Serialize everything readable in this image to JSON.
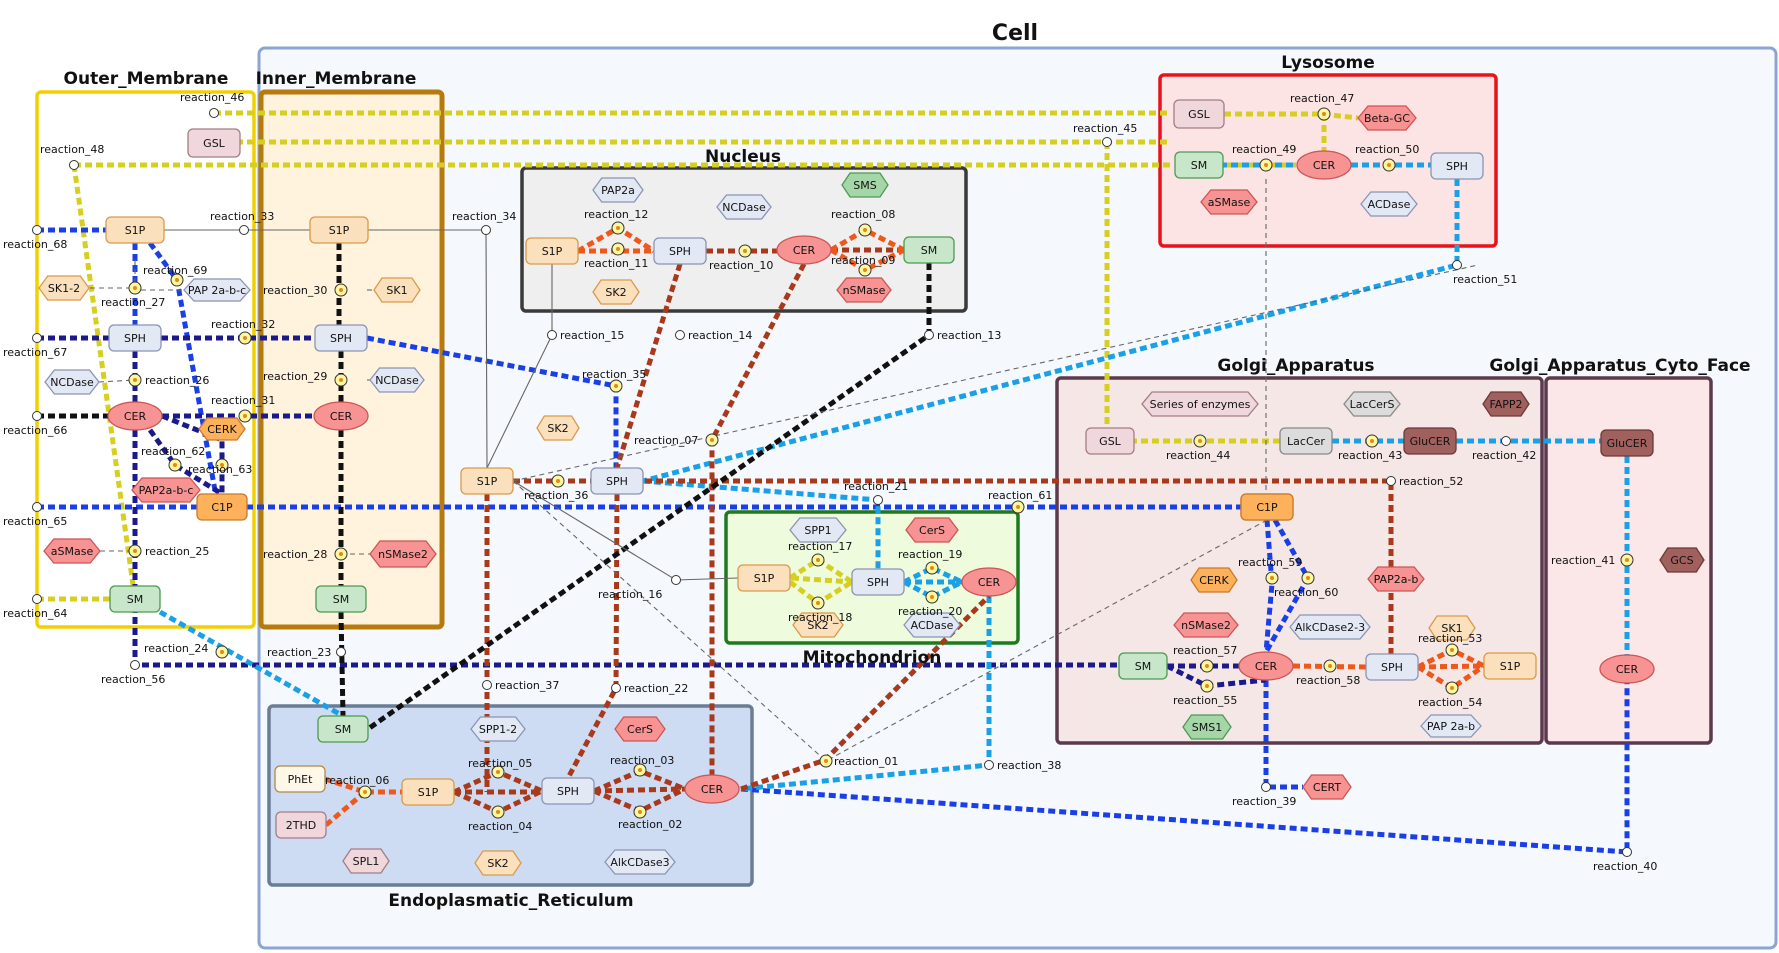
{
  "diagram": {
    "title": "Cell",
    "compartments": [
      {
        "id": "outer_membrane",
        "label": "Outer_Membrane",
        "fill": "#ffffff",
        "stroke": "#f2d000",
        "labelColor": "#111111"
      },
      {
        "id": "inner_membrane",
        "label": "Inner_Membrane",
        "fill": "#fff3de",
        "stroke": "#b77a0d",
        "labelColor": "#b77a0d"
      },
      {
        "id": "nucleus",
        "label": "Nucleus",
        "fill": "#efefef",
        "stroke": "#3a3a3a",
        "labelColor": "#111111"
      },
      {
        "id": "lysosome",
        "label": "Lysosome",
        "fill": "#fce4e4",
        "stroke": "#e8121d",
        "labelColor": "#111111"
      },
      {
        "id": "golgi",
        "label": "Golgi_Apparatus",
        "fill": "#f6e7e7",
        "stroke": "#5b3a4c",
        "labelColor": "#111111"
      },
      {
        "id": "golgi_cyto",
        "label": "Golgi_Apparatus_Cyto_Face",
        "fill": "#fbe7e7",
        "stroke": "#5b3a4c",
        "labelColor": "#111111"
      },
      {
        "id": "mitochondrion",
        "label": "Mitochondrion",
        "fill": "#eefbdd",
        "stroke": "#1f7a1f",
        "labelColor": "#111111"
      },
      {
        "id": "er",
        "label": "Endoplasmatic_Reticulum",
        "fill": "#cddcf3",
        "stroke": "#6b7c95",
        "labelColor": "#111111"
      }
    ],
    "nodes": [
      {
        "id": "om_s1p",
        "label": "S1P",
        "shape": "rect",
        "fill": "#fbe0bd",
        "stroke": "#d99a4a"
      },
      {
        "id": "om_sk12",
        "label": "SK1-2",
        "shape": "hex",
        "fill": "#fbe0bd",
        "stroke": "#d99a4a"
      },
      {
        "id": "om_pap",
        "label": "PAP 2a-b-c",
        "shape": "hex",
        "fill": "#e3e8f5",
        "stroke": "#8a94b3"
      },
      {
        "id": "om_sph",
        "label": "SPH",
        "shape": "rect",
        "fill": "#e3e8f5",
        "stroke": "#8a94b3"
      },
      {
        "id": "om_ncd",
        "label": "NCDase",
        "shape": "hex",
        "fill": "#e3e8f5",
        "stroke": "#8a94b3"
      },
      {
        "id": "om_cer",
        "label": "CER",
        "shape": "ellipse",
        "fill": "#f79393",
        "stroke": "#c55"
      },
      {
        "id": "om_cerk",
        "label": "CERK",
        "shape": "hex",
        "fill": "#fdb15b",
        "stroke": "#c97a2a"
      },
      {
        "id": "om_pap2abc",
        "label": "PAP2a-b-c",
        "shape": "hex",
        "fill": "#f79393",
        "stroke": "#c55"
      },
      {
        "id": "om_c1p",
        "label": "C1P",
        "shape": "rect",
        "fill": "#fdb15b",
        "stroke": "#c97a2a"
      },
      {
        "id": "om_asm",
        "label": "aSMase",
        "shape": "hex",
        "fill": "#f79393",
        "stroke": "#c55"
      },
      {
        "id": "om_sm",
        "label": "SM",
        "shape": "rect",
        "fill": "#c8e6c9",
        "stroke": "#4c9a52"
      },
      {
        "id": "om_gsl",
        "label": "GSL",
        "shape": "rect",
        "fill": "#efd7dc",
        "stroke": "#a57c84"
      },
      {
        "id": "im_s1p",
        "label": "S1P",
        "shape": "rect",
        "fill": "#fbe0bd",
        "stroke": "#d99a4a"
      },
      {
        "id": "im_sk1",
        "label": "SK1",
        "shape": "hex",
        "fill": "#fbe0bd",
        "stroke": "#d99a4a"
      },
      {
        "id": "im_sph",
        "label": "SPH",
        "shape": "rect",
        "fill": "#e3e8f5",
        "stroke": "#8a94b3"
      },
      {
        "id": "im_ncd",
        "label": "NCDase",
        "shape": "hex",
        "fill": "#e3e8f5",
        "stroke": "#8a94b3"
      },
      {
        "id": "im_cer",
        "label": "CER",
        "shape": "ellipse",
        "fill": "#f79393",
        "stroke": "#c55"
      },
      {
        "id": "im_nsm2",
        "label": "nSMase2",
        "shape": "hex",
        "fill": "#f79393",
        "stroke": "#c55"
      },
      {
        "id": "im_sm",
        "label": "SM",
        "shape": "rect",
        "fill": "#c8e6c9",
        "stroke": "#4c9a52"
      },
      {
        "id": "nu_pap",
        "label": "PAP2a",
        "shape": "hex",
        "fill": "#e3e8f5",
        "stroke": "#8a94b3"
      },
      {
        "id": "nu_s1p",
        "label": "S1P",
        "shape": "rect",
        "fill": "#fbe0bd",
        "stroke": "#d99a4a"
      },
      {
        "id": "nu_sk2",
        "label": "SK2",
        "shape": "hex",
        "fill": "#fbe0bd",
        "stroke": "#d99a4a"
      },
      {
        "id": "nu_sph",
        "label": "SPH",
        "shape": "rect",
        "fill": "#e3e8f5",
        "stroke": "#8a94b3"
      },
      {
        "id": "nu_ncd",
        "label": "NCDase",
        "shape": "hex",
        "fill": "#e3e8f5",
        "stroke": "#8a94b3"
      },
      {
        "id": "nu_cer",
        "label": "CER",
        "shape": "ellipse",
        "fill": "#f79393",
        "stroke": "#c55"
      },
      {
        "id": "nu_sms",
        "label": "SMS",
        "shape": "hex",
        "fill": "#a5d6a7",
        "stroke": "#4c9a52"
      },
      {
        "id": "nu_sm",
        "label": "SM",
        "shape": "rect",
        "fill": "#c8e6c9",
        "stroke": "#4c9a52"
      },
      {
        "id": "nu_nsm",
        "label": "nSMase",
        "shape": "hex",
        "fill": "#f79393",
        "stroke": "#c55"
      },
      {
        "id": "ly_gsl",
        "label": "GSL",
        "shape": "rect",
        "fill": "#efd7dc",
        "stroke": "#a57c84"
      },
      {
        "id": "ly_bgc",
        "label": "Beta-GC",
        "shape": "hex",
        "fill": "#f79393",
        "stroke": "#c55"
      },
      {
        "id": "ly_sm",
        "label": "SM",
        "shape": "rect",
        "fill": "#c8e6c9",
        "stroke": "#4c9a52"
      },
      {
        "id": "ly_cer",
        "label": "CER",
        "shape": "ellipse",
        "fill": "#f79393",
        "stroke": "#c55"
      },
      {
        "id": "ly_sph",
        "label": "SPH",
        "shape": "rect",
        "fill": "#e3e8f5",
        "stroke": "#8a94b3"
      },
      {
        "id": "ly_asm",
        "label": "aSMase",
        "shape": "hex",
        "fill": "#f79393",
        "stroke": "#c55"
      },
      {
        "id": "ly_acd",
        "label": "ACDase",
        "shape": "hex",
        "fill": "#e3e8f5",
        "stroke": "#8a94b3"
      },
      {
        "id": "cy_sk2",
        "label": "SK2",
        "shape": "hex",
        "fill": "#fbe0bd",
        "stroke": "#d99a4a"
      },
      {
        "id": "cy_s1p",
        "label": "S1P",
        "shape": "rect",
        "fill": "#fbe0bd",
        "stroke": "#d99a4a"
      },
      {
        "id": "cy_sph",
        "label": "SPH",
        "shape": "rect",
        "fill": "#e3e8f5",
        "stroke": "#8a94b3"
      },
      {
        "id": "cy_c1p",
        "label": "C1P",
        "shape": "rect",
        "fill": "#fdb15b",
        "stroke": "#c97a2a"
      },
      {
        "id": "cy_gsl",
        "label": "GSL",
        "shape": "rect",
        "fill": "#efd7dc",
        "stroke": "#a57c84"
      },
      {
        "id": "go_soe",
        "label": "Series of enzymes",
        "shape": "hex",
        "fill": "#efd7dc",
        "stroke": "#a57c84"
      },
      {
        "id": "go_lcs",
        "label": "LacCerS",
        "shape": "hex",
        "fill": "#dcdcdc",
        "stroke": "#888"
      },
      {
        "id": "go_lac",
        "label": "LacCer",
        "shape": "rect",
        "fill": "#dcdcdc",
        "stroke": "#888"
      },
      {
        "id": "go_glu",
        "label": "GluCER",
        "shape": "rect",
        "fill": "#a0605e",
        "stroke": "#6b3a38"
      },
      {
        "id": "go_fapp2",
        "label": "FAPP2",
        "shape": "hex",
        "fill": "#a0605e",
        "stroke": "#6b3a38"
      },
      {
        "id": "go_cerk",
        "label": "CERK",
        "shape": "hex",
        "fill": "#fdb15b",
        "stroke": "#c97a2a"
      },
      {
        "id": "go_pap2ab",
        "label": "PAP2a-b",
        "shape": "hex",
        "fill": "#f79393",
        "stroke": "#c55"
      },
      {
        "id": "go_nsm2",
        "label": "nSMase2",
        "shape": "hex",
        "fill": "#f79393",
        "stroke": "#c55"
      },
      {
        "id": "go_alk23",
        "label": "AlkCDase2-3",
        "shape": "hex",
        "fill": "#e3e8f5",
        "stroke": "#8a94b3"
      },
      {
        "id": "go_sk1",
        "label": "SK1",
        "shape": "hex",
        "fill": "#fbe0bd",
        "stroke": "#d99a4a"
      },
      {
        "id": "go_sm",
        "label": "SM",
        "shape": "rect",
        "fill": "#c8e6c9",
        "stroke": "#4c9a52"
      },
      {
        "id": "go_cer",
        "label": "CER",
        "shape": "ellipse",
        "fill": "#f79393",
        "stroke": "#c55"
      },
      {
        "id": "go_sph",
        "label": "SPH",
        "shape": "rect",
        "fill": "#e3e8f5",
        "stroke": "#8a94b3"
      },
      {
        "id": "go_s1p",
        "label": "S1P",
        "shape": "rect",
        "fill": "#fbe0bd",
        "stroke": "#d99a4a"
      },
      {
        "id": "go_sms1",
        "label": "SMS1",
        "shape": "hex",
        "fill": "#a5d6a7",
        "stroke": "#4c9a52"
      },
      {
        "id": "go_pap2ab2",
        "label": "PAP 2a-b",
        "shape": "hex",
        "fill": "#e3e8f5",
        "stroke": "#8a94b3"
      },
      {
        "id": "gc_glu",
        "label": "GluCER",
        "shape": "rect",
        "fill": "#a0605e",
        "stroke": "#6b3a38"
      },
      {
        "id": "gc_gcs",
        "label": "GCS",
        "shape": "hex",
        "fill": "#a0605e",
        "stroke": "#6b3a38"
      },
      {
        "id": "gc_cer",
        "label": "CER",
        "shape": "ellipse",
        "fill": "#f79393",
        "stroke": "#c55"
      },
      {
        "id": "cy_c1p_go",
        "label": "C1P",
        "shape": "rect",
        "fill": "#fdb15b",
        "stroke": "#c97a2a"
      },
      {
        "id": "cy_cert",
        "label": "CERT",
        "shape": "hex",
        "fill": "#f79393",
        "stroke": "#c55"
      },
      {
        "id": "mi_spp1",
        "label": "SPP1",
        "shape": "hex",
        "fill": "#e3e8f5",
        "stroke": "#8a94b3"
      },
      {
        "id": "mi_cers",
        "label": "CerS",
        "shape": "hex",
        "fill": "#f79393",
        "stroke": "#c55"
      },
      {
        "id": "mi_s1p",
        "label": "S1P",
        "shape": "rect",
        "fill": "#fbe0bd",
        "stroke": "#d99a4a"
      },
      {
        "id": "mi_sph",
        "label": "SPH",
        "shape": "rect",
        "fill": "#e3e8f5",
        "stroke": "#8a94b3"
      },
      {
        "id": "mi_cer",
        "label": "CER",
        "shape": "ellipse",
        "fill": "#f79393",
        "stroke": "#c55"
      },
      {
        "id": "mi_sk2",
        "label": "SK2",
        "shape": "hex",
        "fill": "#fbe0bd",
        "stroke": "#d99a4a"
      },
      {
        "id": "mi_acd",
        "label": "ACDase",
        "shape": "hex",
        "fill": "#e3e8f5",
        "stroke": "#8a94b3"
      },
      {
        "id": "er_sm",
        "label": "SM",
        "shape": "rect",
        "fill": "#c8e6c9",
        "stroke": "#4c9a52"
      },
      {
        "id": "er_spp12",
        "label": "SPP1-2",
        "shape": "hex",
        "fill": "#e3e8f5",
        "stroke": "#8a94b3"
      },
      {
        "id": "er_cers",
        "label": "CerS",
        "shape": "hex",
        "fill": "#f79393",
        "stroke": "#c55"
      },
      {
        "id": "er_phet",
        "label": "PhEt",
        "shape": "rect",
        "fill": "#fff8e8",
        "stroke": "#b08a4a"
      },
      {
        "id": "er_2thd",
        "label": "2THD",
        "shape": "rect",
        "fill": "#efd7dc",
        "stroke": "#a57c84"
      },
      {
        "id": "er_s1p",
        "label": "S1P",
        "shape": "rect",
        "fill": "#fbe0bd",
        "stroke": "#d99a4a"
      },
      {
        "id": "er_sph",
        "label": "SPH",
        "shape": "rect",
        "fill": "#e3e8f5",
        "stroke": "#8a94b3"
      },
      {
        "id": "er_cer",
        "label": "CER",
        "shape": "ellipse",
        "fill": "#f79393",
        "stroke": "#c55"
      },
      {
        "id": "er_spl1",
        "label": "SPL1",
        "shape": "hex",
        "fill": "#efd7dc",
        "stroke": "#a57c84"
      },
      {
        "id": "er_sk2",
        "label": "SK2",
        "shape": "hex",
        "fill": "#fbe0bd",
        "stroke": "#d99a4a"
      },
      {
        "id": "er_alk3",
        "label": "AlkCDase3",
        "shape": "hex",
        "fill": "#e3e8f5",
        "stroke": "#8a94b3"
      }
    ],
    "reactions": [
      "reaction_01",
      "reaction_02",
      "reaction_03",
      "reaction_04",
      "reaction_05",
      "reaction_06",
      "reaction_07",
      "reaction_08",
      "reaction_09",
      "reaction_10",
      "reaction_11",
      "reaction_12",
      "reaction_13",
      "reaction_14",
      "reaction_15",
      "reaction_16",
      "reaction_17",
      "reaction_18",
      "reaction_19",
      "reaction_20",
      "reaction_21",
      "reaction_22",
      "reaction_23",
      "reaction_24",
      "reaction_25",
      "reaction_26",
      "reaction_27",
      "reaction_28",
      "reaction_29",
      "reaction_30",
      "reaction_31",
      "reaction_32",
      "reaction_33",
      "reaction_34",
      "reaction_35",
      "reaction_36",
      "reaction_37",
      "reaction_38",
      "reaction_39",
      "reaction_40",
      "reaction_41",
      "reaction_42",
      "reaction_43",
      "reaction_44",
      "reaction_45",
      "reaction_46",
      "reaction_47",
      "reaction_48",
      "reaction_49",
      "reaction_50",
      "reaction_51",
      "reaction_52",
      "reaction_53",
      "reaction_54",
      "reaction_55",
      "reaction_56",
      "reaction_57",
      "reaction_58",
      "reaction_59",
      "reaction_60",
      "reaction_61",
      "reaction_62",
      "reaction_63",
      "reaction_64",
      "reaction_65",
      "reaction_66",
      "reaction_67",
      "reaction_68",
      "reaction_69"
    ],
    "edge_colors": {
      "yellow": "#d6cf1f",
      "blue": "#1b3fe6",
      "navy": "#1a1a8a",
      "lightblue": "#1aa0e6",
      "brown": "#a8391b",
      "orange": "#f0571a",
      "black": "#111111",
      "grey": "#666666"
    }
  }
}
